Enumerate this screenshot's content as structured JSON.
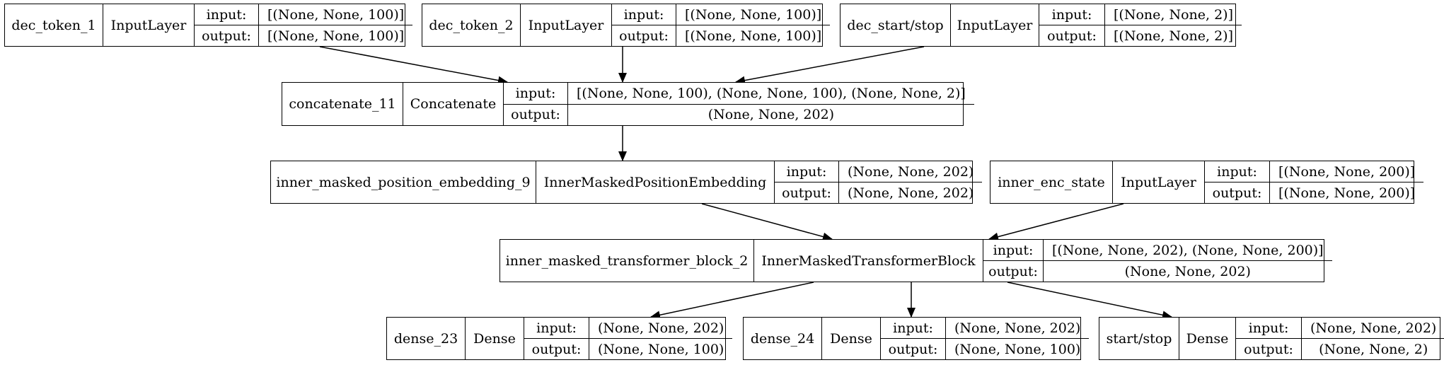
{
  "labels": {
    "input": "input:",
    "output": "output:"
  },
  "nodes": {
    "dec_token_1": {
      "name": "dec_token_1",
      "type": "InputLayer",
      "input": "[(None, None, 100)]",
      "output": "[(None, None, 100)]"
    },
    "dec_token_2": {
      "name": "dec_token_2",
      "type": "InputLayer",
      "input": "[(None, None, 100)]",
      "output": "[(None, None, 100)]"
    },
    "dec_start_stop": {
      "name": "dec_start/stop",
      "type": "InputLayer",
      "input": "[(None, None, 2)]",
      "output": "[(None, None, 2)]"
    },
    "concatenate_11": {
      "name": "concatenate_11",
      "type": "Concatenate",
      "input": "[(None, None, 100), (None, None, 100), (None, None, 2)]",
      "output": "(None, None, 202)"
    },
    "inner_masked_position_embedding_9": {
      "name": "inner_masked_position_embedding_9",
      "type": "InnerMaskedPositionEmbedding",
      "input": "(None, None, 202)",
      "output": "(None, None, 202)"
    },
    "inner_enc_state": {
      "name": "inner_enc_state",
      "type": "InputLayer",
      "input": "[(None, None, 200)]",
      "output": "[(None, None, 200)]"
    },
    "inner_masked_transformer_block_2": {
      "name": "inner_masked_transformer_block_2",
      "type": "InnerMaskedTransformerBlock",
      "input": "[(None, None, 202), (None, None, 200)]",
      "output": "(None, None, 202)"
    },
    "dense_23": {
      "name": "dense_23",
      "type": "Dense",
      "input": "(None, None, 202)",
      "output": "(None, None, 100)"
    },
    "dense_24": {
      "name": "dense_24",
      "type": "Dense",
      "input": "(None, None, 202)",
      "output": "(None, None, 100)"
    },
    "start_stop": {
      "name": "start/stop",
      "type": "Dense",
      "input": "(None, None, 202)",
      "output": "(None, None, 2)"
    }
  },
  "edges": [
    {
      "from": "dec_token_1",
      "to": "concatenate_11"
    },
    {
      "from": "dec_token_2",
      "to": "concatenate_11"
    },
    {
      "from": "dec_start_stop",
      "to": "concatenate_11"
    },
    {
      "from": "concatenate_11",
      "to": "inner_masked_position_embedding_9"
    },
    {
      "from": "inner_masked_position_embedding_9",
      "to": "inner_masked_transformer_block_2"
    },
    {
      "from": "inner_enc_state",
      "to": "inner_masked_transformer_block_2"
    },
    {
      "from": "inner_masked_transformer_block_2",
      "to": "dense_23"
    },
    {
      "from": "inner_masked_transformer_block_2",
      "to": "dense_24"
    },
    {
      "from": "inner_masked_transformer_block_2",
      "to": "start_stop"
    }
  ]
}
